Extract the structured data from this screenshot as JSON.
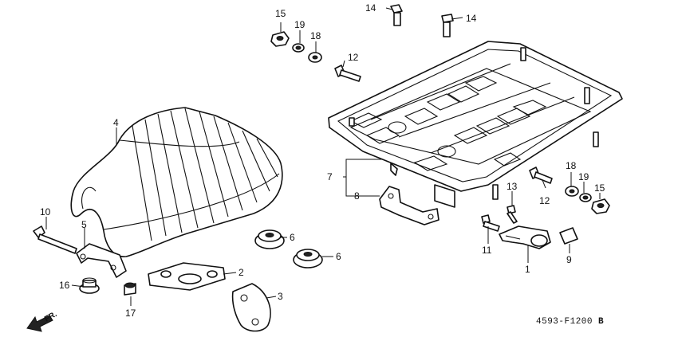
{
  "callouts": {
    "p1": "1",
    "p2": "2",
    "p3": "3",
    "p4": "4",
    "p5": "5",
    "p6a": "6",
    "p6b": "6",
    "p7": "7",
    "p8": "8",
    "p9": "9",
    "p10": "10",
    "p11": "11",
    "p12a": "12",
    "p12b": "12",
    "p13": "13",
    "p14a": "14",
    "p14b": "14",
    "p15a": "15",
    "p15b": "15",
    "p16": "16",
    "p17": "17",
    "p18a": "18",
    "p18b": "18",
    "p19a": "19",
    "p19b": "19"
  },
  "front_label": "FR.",
  "drawing_code": "4593-F1200",
  "drawing_suffix": "B",
  "icons": {
    "front": "front-arrow-icon"
  }
}
